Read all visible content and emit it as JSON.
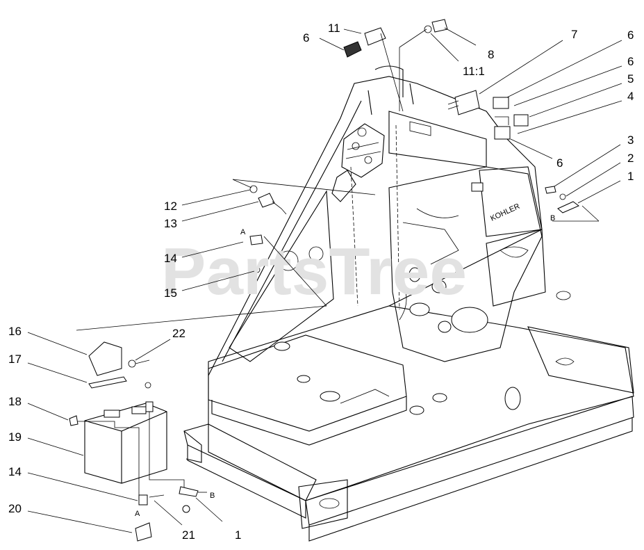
{
  "watermark": "PartsTree",
  "engine_brand": "KOHLER",
  "callouts": [
    {
      "id": "c-11-top",
      "text": "11"
    },
    {
      "id": "c-6-top",
      "text": "6"
    },
    {
      "id": "c-8",
      "text": "8"
    },
    {
      "id": "c-11-1",
      "text": "11:1"
    },
    {
      "id": "c-7",
      "text": "7"
    },
    {
      "id": "c-6-r1",
      "text": "6"
    },
    {
      "id": "c-6-r2",
      "text": "6"
    },
    {
      "id": "c-5",
      "text": "5"
    },
    {
      "id": "c-4",
      "text": "4"
    },
    {
      "id": "c-6-r3",
      "text": "6"
    },
    {
      "id": "c-3",
      "text": "3"
    },
    {
      "id": "c-2",
      "text": "2"
    },
    {
      "id": "c-1-r",
      "text": "1"
    },
    {
      "id": "c-12",
      "text": "12"
    },
    {
      "id": "c-13",
      "text": "13"
    },
    {
      "id": "c-14-mid",
      "text": "14"
    },
    {
      "id": "c-15",
      "text": "15"
    },
    {
      "id": "c-16",
      "text": "16"
    },
    {
      "id": "c-22",
      "text": "22"
    },
    {
      "id": "c-17",
      "text": "17"
    },
    {
      "id": "c-18",
      "text": "18"
    },
    {
      "id": "c-19",
      "text": "19"
    },
    {
      "id": "c-14-low",
      "text": "14"
    },
    {
      "id": "c-20",
      "text": "20"
    },
    {
      "id": "c-21",
      "text": "21"
    },
    {
      "id": "c-1-low",
      "text": "1"
    }
  ],
  "connection_letters": [
    {
      "id": "l-a-mid",
      "text": "A"
    },
    {
      "id": "l-b-right",
      "text": "B"
    },
    {
      "id": "l-b-low",
      "text": "B"
    },
    {
      "id": "l-a-low",
      "text": "A"
    }
  ]
}
